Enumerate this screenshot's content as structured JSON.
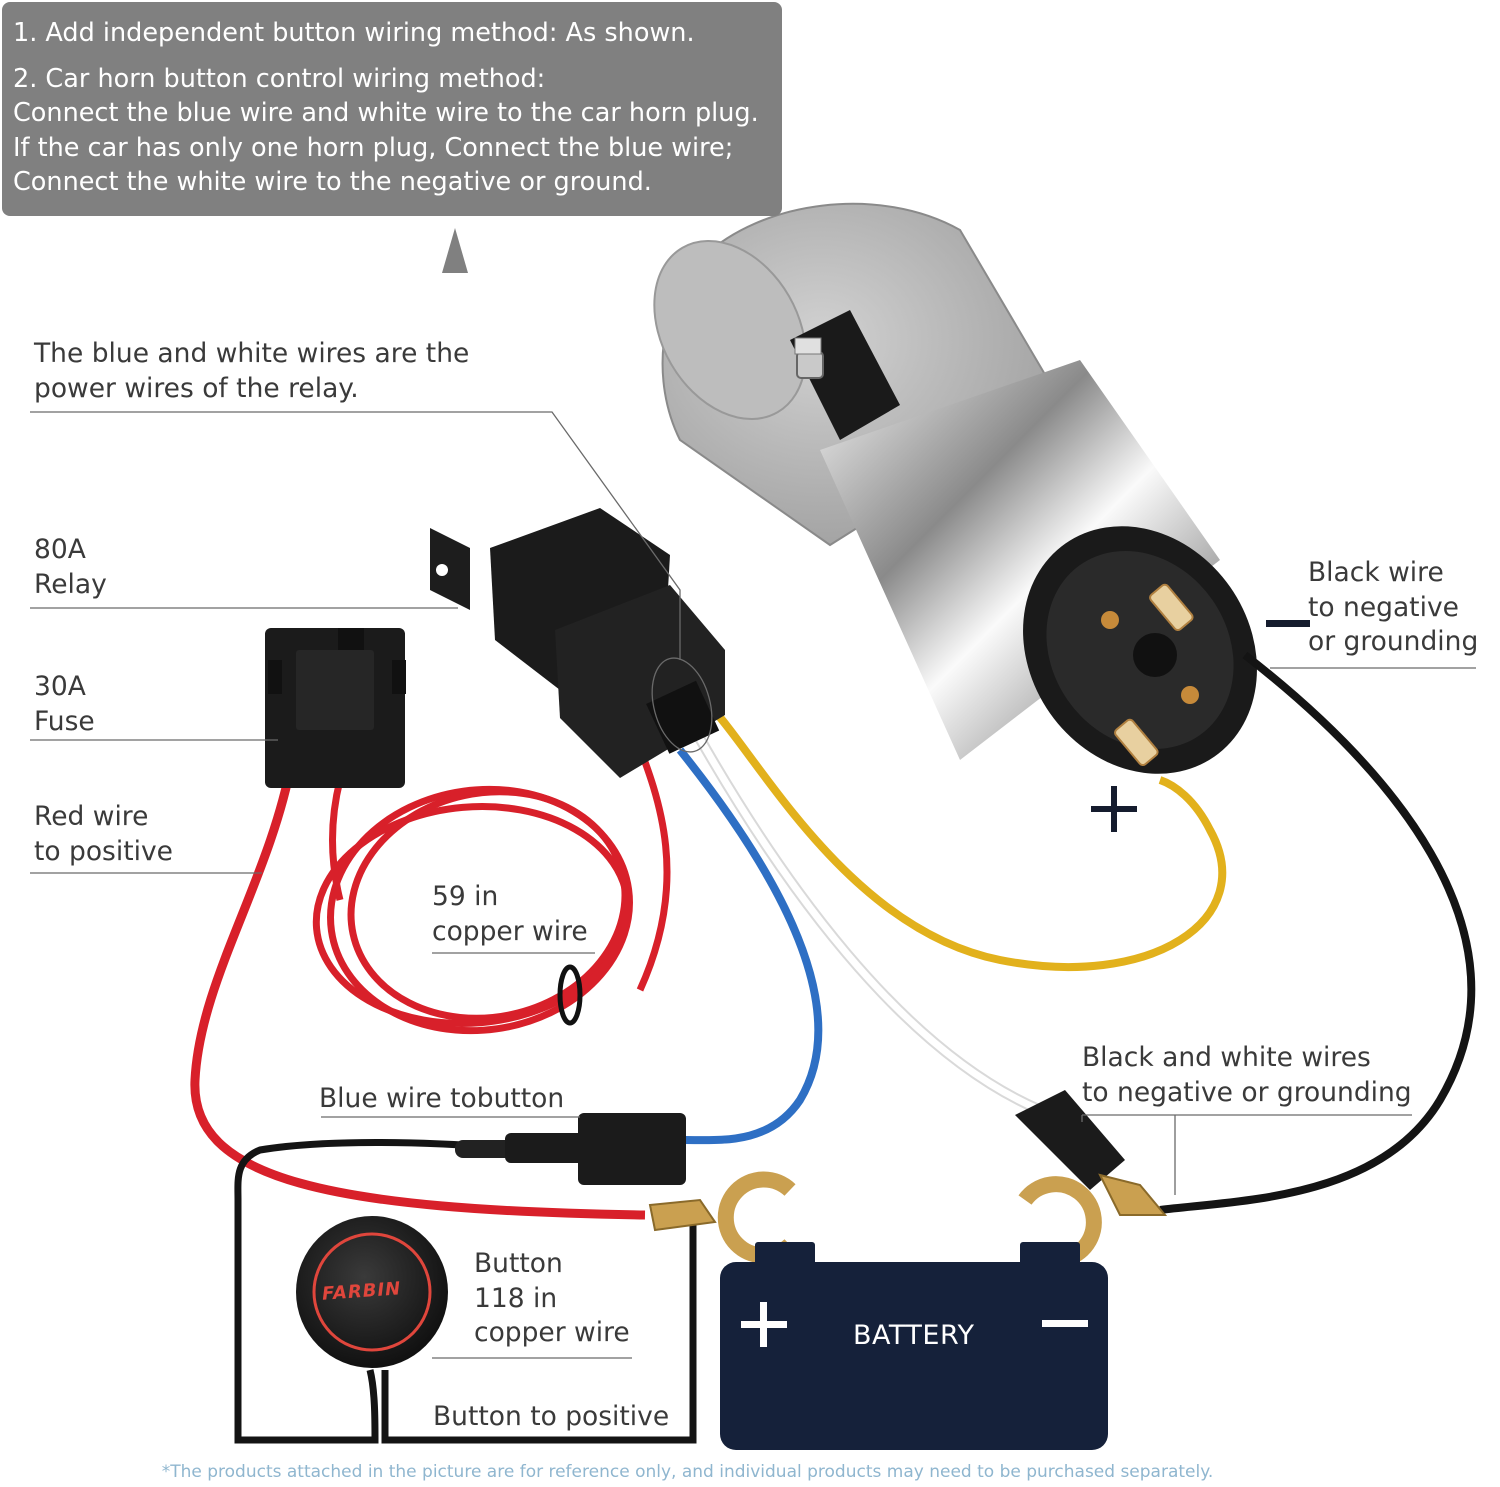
{
  "instructions": {
    "item1": "1.  Add independent button wiring method: As shown.",
    "item2_title": "2.  Car horn button control wiring method:",
    "item2_lines": [
      "Connect the blue wire and white wire to the car horn plug.",
      "If the car has only one horn plug, Connect the blue wire;",
      "Connect the white wire to the negative or ground."
    ]
  },
  "labels": {
    "power_wires": [
      "The blue and white wires are the",
      "power wires of the relay."
    ],
    "relay": [
      "80A",
      "Relay"
    ],
    "fuse": [
      "30A",
      "Fuse"
    ],
    "red_wire": [
      "Red wire",
      "to positive"
    ],
    "copper_59": [
      "59 in",
      "copper wire"
    ],
    "blue_to_button": "Blue wire tobutton",
    "button": [
      "Button",
      "118 in",
      "copper wire"
    ],
    "button_to_positive": "Button to positive",
    "black_wire": [
      "Black wire",
      "to negative",
      "or grounding"
    ],
    "black_white": [
      "Black and white wires",
      "to negative or grounding"
    ]
  },
  "battery": {
    "label": "BATTERY",
    "plus_icon": "plus-icon",
    "minus_icon": "minus-icon"
  },
  "button_brand": "FARBIN",
  "footnote": "*The products attached in the picture are for reference only, and individual products may need to be purchased separately.",
  "colors": {
    "info_box": "#808080",
    "battery": "#15213a",
    "red_wire": "#d8202a",
    "blue_wire": "#2e6fc4",
    "yellow_wire": "#e2b11c",
    "black_wire": "#141414",
    "white_wire": "#f4f4f4",
    "footnote": "#8fb6cf"
  }
}
